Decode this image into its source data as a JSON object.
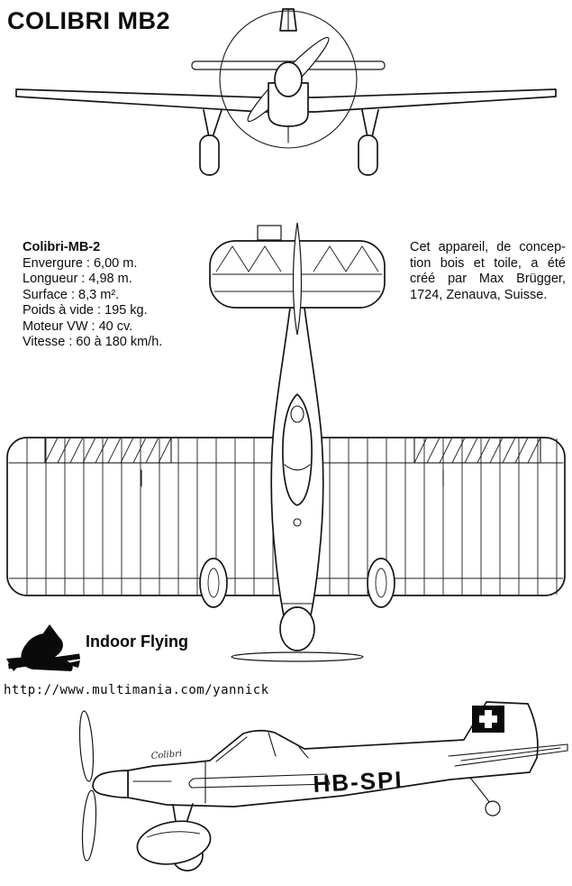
{
  "page": {
    "title": "COLIBRI MB2"
  },
  "specs": {
    "heading": "Colibri-MB-2",
    "lines": [
      "Envergure : 6,00 m.",
      "Longueur : 4,98 m.",
      "Surface : 8,3 m².",
      "Poids à vide : 195 kg.",
      "Moteur VW : 40 cv.",
      "Vitesse : 60 à 180 km/h."
    ]
  },
  "description": {
    "lines": [
      "Cet appareil, de concep-",
      "tion bois et toile, a été",
      "créé par Max Brügger,",
      "1724, Zenauva, Suisse."
    ]
  },
  "branding": {
    "logo_text": "Indoor Flying",
    "url": "http://www.multimania.com/yannick"
  },
  "side_view": {
    "registration": "HB-SPI",
    "nose_label": "Colibri"
  },
  "colors": {
    "ink": "#161616",
    "paper": "#ffffff",
    "flag": "#0a0a0a"
  }
}
